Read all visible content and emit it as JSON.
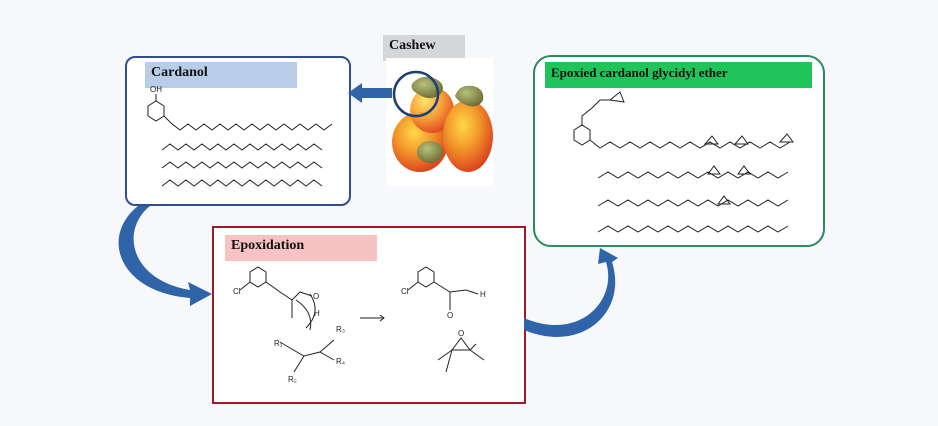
{
  "labels": {
    "cardanol": "Cardanol",
    "cashew": "Cashew",
    "epoxy": "Epoxied cardanol glycidyl ether",
    "epoxidation": "Epoxidation"
  },
  "atoms": {
    "oh": "OH",
    "cl1": "Cl",
    "cl2": "Cl",
    "o_peracid": "O",
    "h_peracid": "H",
    "o_acid": "O",
    "h_acid": "H",
    "r1": "R₁",
    "r2": "R₂",
    "r3": "R₃",
    "r4": "R₄",
    "o_epox": "O"
  },
  "colors": {
    "arrow": "#2f64a8",
    "cardanol_border": "#2f4f8f",
    "epoxy_border": "#2c8a5c",
    "epoxidation_border": "#9b1c25",
    "cardanol_label_bg": "#b7cde8",
    "epoxy_label_bg": "#1fc45a",
    "epoxidation_label_bg": "#f7c2c3",
    "cashew_label_bg": "#d4d6da"
  }
}
